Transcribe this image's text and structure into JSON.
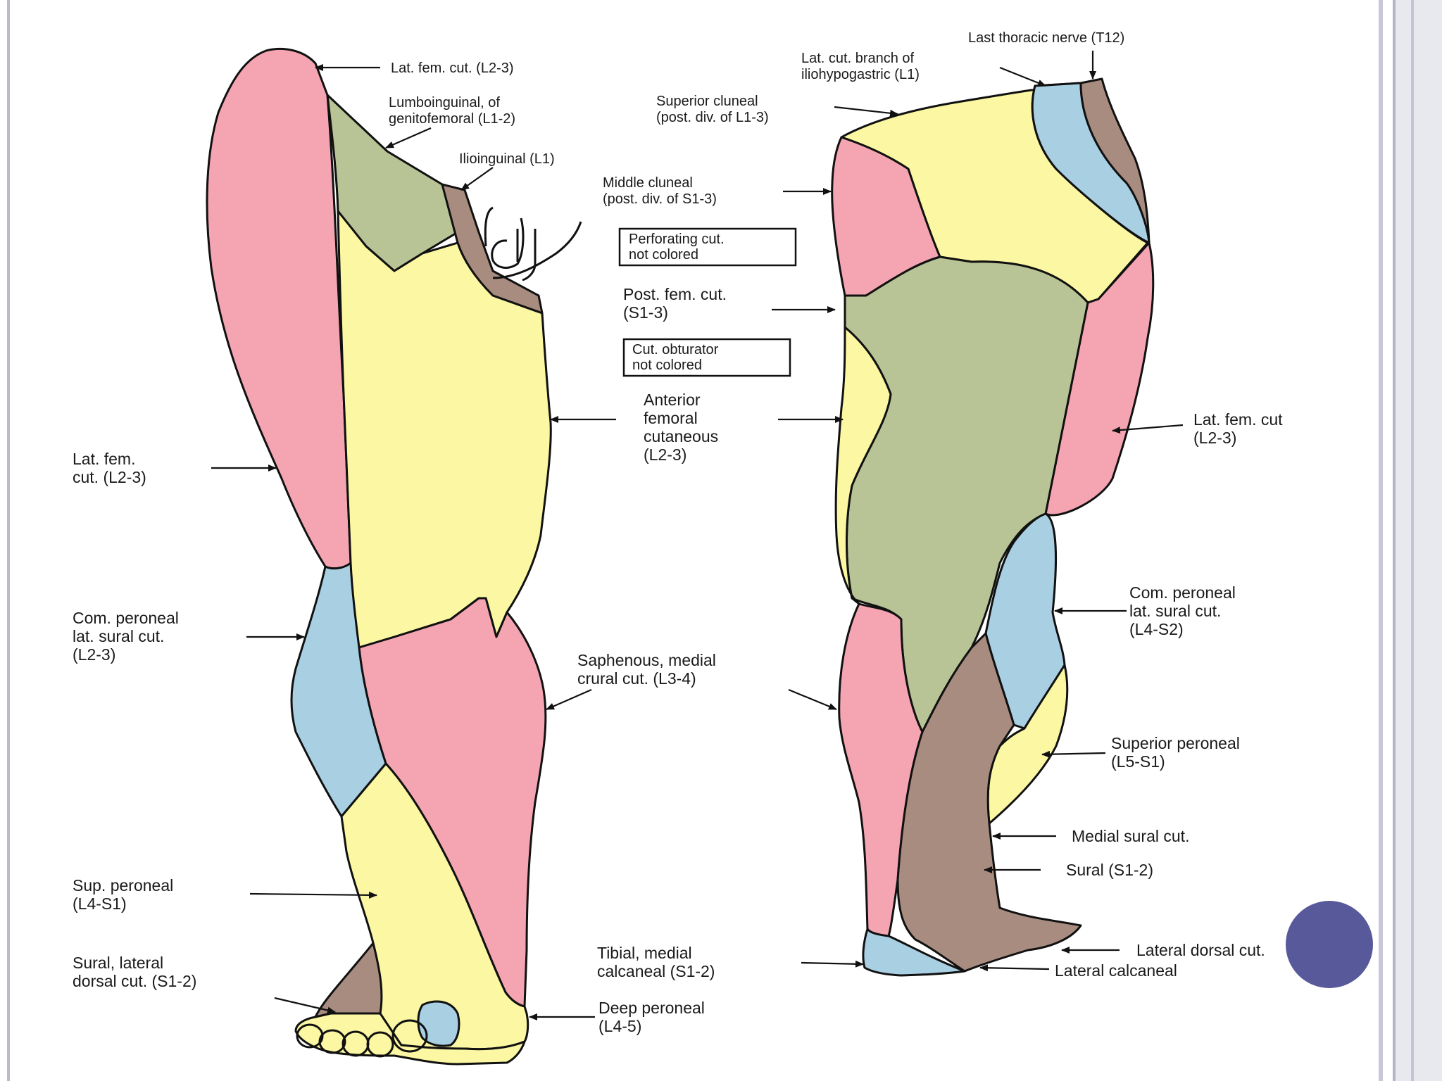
{
  "colors": {
    "pink": "#f5a5b2",
    "yellow": "#fbf7a2",
    "green": "#b8c496",
    "blue": "#a9cfe3",
    "brown": "#a88c80",
    "nav_dot": "#57599a"
  },
  "labels": {
    "lat_fem_cut_top": "Lat. fem. cut. (L2-3)",
    "lumbo_1": "Lumboinguinal, of",
    "lumbo_2": "genitofemoral (L1-2)",
    "ilioinguinal": "Ilioinguinal (L1)",
    "lat_fem_cut_left_1": "Lat. fem.",
    "lat_fem_cut_left_2": "cut. (L2-3)",
    "com_peroneal_left_1": "Com. peroneal",
    "com_peroneal_left_2": "lat. sural cut.",
    "com_peroneal_left_3": "(L2-3)",
    "sup_peroneal_left_1": "Sup. peroneal",
    "sup_peroneal_left_2": "(L4-S1)",
    "sural_lateral_1": "Sural, lateral",
    "sural_lateral_2": "dorsal cut. (S1-2)",
    "last_thoracic": "Last thoracic nerve (T12)",
    "lat_cut_branch_1": "Lat. cut. branch of",
    "lat_cut_branch_2": "iliohypogastric (L1)",
    "superior_cluneal_1": "Superior cluneal",
    "superior_cluneal_2": "(post. div. of L1-3)",
    "middle_cluneal_1": "Middle cluneal",
    "middle_cluneal_2": "(post. div. of S1-3)",
    "perforating_1": "Perforating cut.",
    "perforating_2": "not colored",
    "post_fem_1": "Post. fem. cut.",
    "post_fem_2": "(S1-3)",
    "cut_obturator_1": "Cut. obturator",
    "cut_obturator_2": "not colored",
    "anterior_fem_1": "Anterior",
    "anterior_fem_2": "femoral",
    "anterior_fem_3": "cutaneous",
    "anterior_fem_4": "(L2-3)",
    "saphenous_1": "Saphenous, medial",
    "saphenous_2": "crural cut. (L3-4)",
    "tibial_1": "Tibial, medial",
    "tibial_2": "calcaneal (S1-2)",
    "deep_peroneal_1": "Deep peroneal",
    "deep_peroneal_2": "(L4-5)",
    "lat_fem_cut_right_1": "Lat. fem. cut",
    "lat_fem_cut_right_2": "(L2-3)",
    "com_peroneal_right_1": "Com. peroneal",
    "com_peroneal_right_2": "lat. sural cut.",
    "com_peroneal_right_3": "(L4-S2)",
    "superior_peroneal_1": "Superior peroneal",
    "superior_peroneal_2": "(L5-S1)",
    "medial_sural": "Medial sural cut.",
    "sural": "Sural (S1-2)",
    "lateral_dorsal": "Lateral dorsal cut.",
    "lateral_calcaneal": "Lateral calcaneal"
  }
}
